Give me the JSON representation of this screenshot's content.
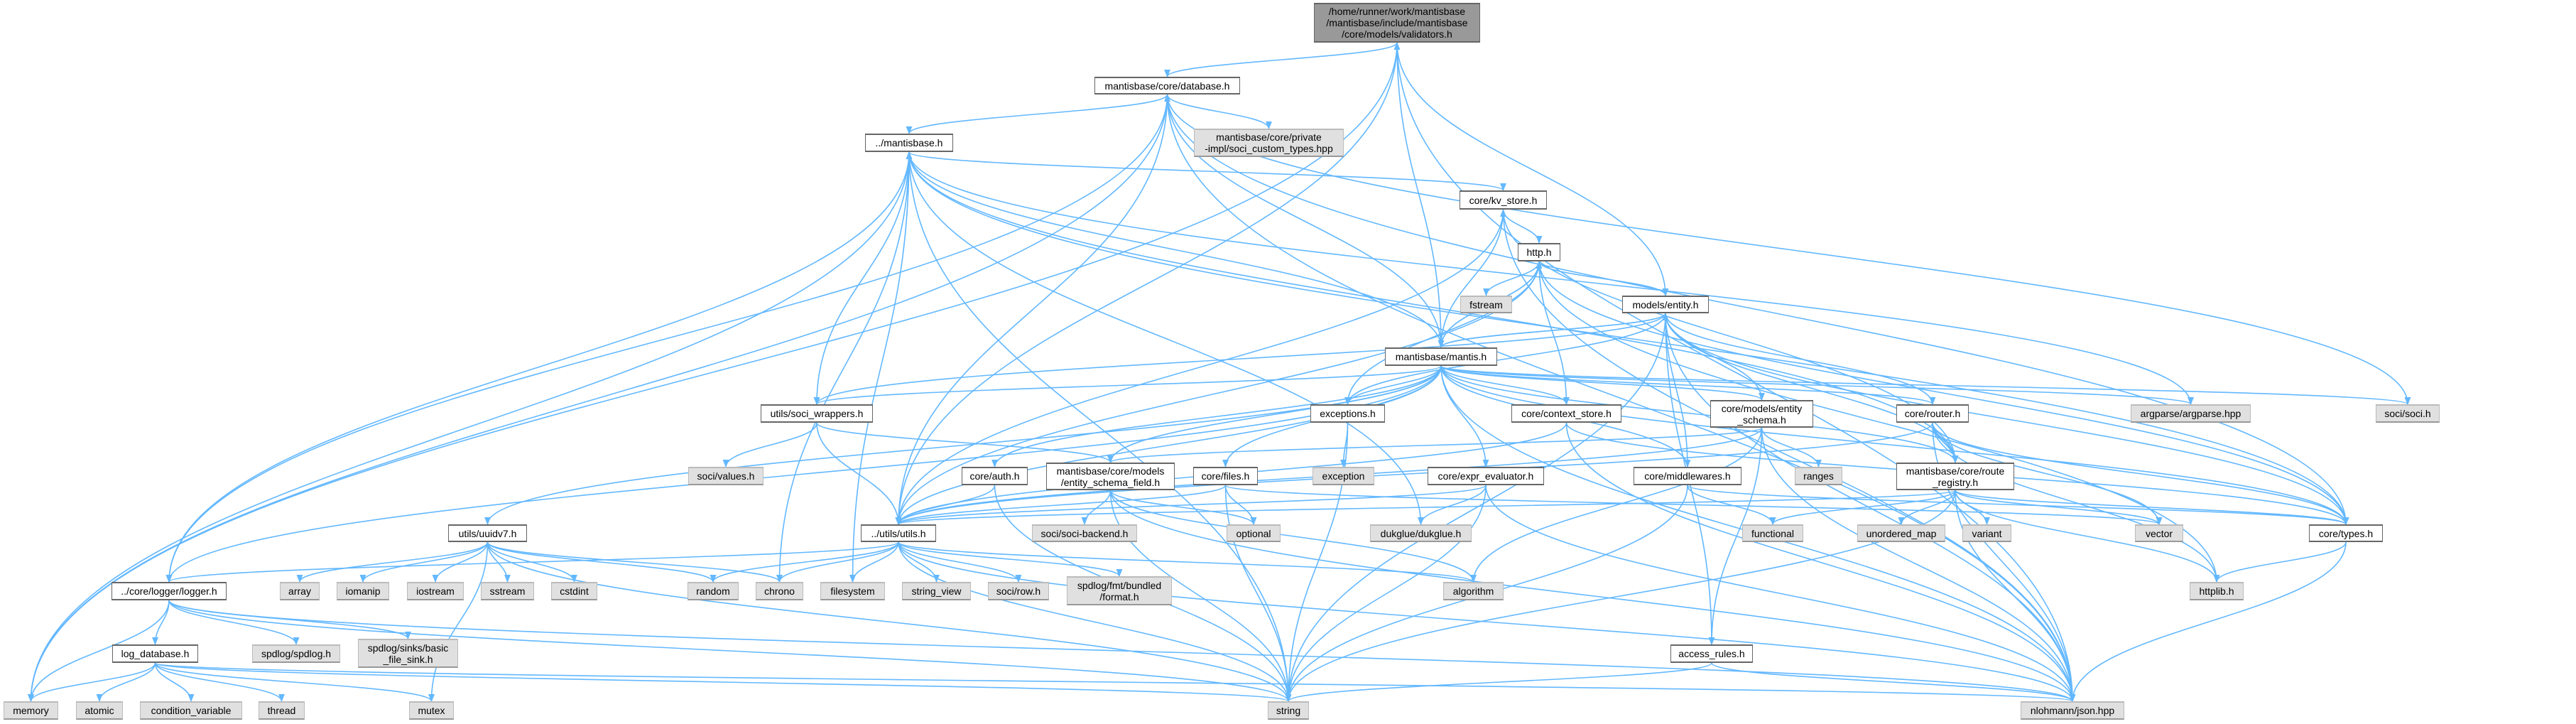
{
  "graph": {
    "edge_color": "#63b8ff",
    "nodes": [
      {
        "id": "root",
        "kind": "root",
        "lines": [
          "/home/runner/work/mantisbase",
          "/mantisbase/include/mantisbase",
          "/core/models/validators.h"
        ]
      },
      {
        "id": "database",
        "kind": "local",
        "lines": [
          "mantisbase/core/database.h"
        ]
      },
      {
        "id": "soci_custom",
        "kind": "system",
        "lines": [
          "mantisbase/core/private",
          "-impl/soci_custom_types.hpp"
        ]
      },
      {
        "id": "mantisbase",
        "kind": "local",
        "lines": [
          "../mantisbase.h"
        ]
      },
      {
        "id": "kv_store",
        "kind": "local",
        "lines": [
          "core/kv_store.h"
        ]
      },
      {
        "id": "http",
        "kind": "local",
        "lines": [
          "http.h"
        ]
      },
      {
        "id": "fstream",
        "kind": "system",
        "lines": [
          "fstream"
        ]
      },
      {
        "id": "entity",
        "kind": "local",
        "lines": [
          "models/entity.h"
        ]
      },
      {
        "id": "mantis",
        "kind": "local",
        "lines": [
          "mantisbase/mantis.h"
        ]
      },
      {
        "id": "soci_wrappers",
        "kind": "local",
        "lines": [
          "utils/soci_wrappers.h"
        ]
      },
      {
        "id": "exceptions",
        "kind": "local",
        "lines": [
          "exceptions.h"
        ]
      },
      {
        "id": "context_store",
        "kind": "local",
        "lines": [
          "core/context_store.h"
        ]
      },
      {
        "id": "entity_schema",
        "kind": "local",
        "lines": [
          "core/models/entity",
          "_schema.h"
        ]
      },
      {
        "id": "router",
        "kind": "local",
        "lines": [
          "core/router.h"
        ]
      },
      {
        "id": "argparse",
        "kind": "system",
        "lines": [
          "argparse/argparse.hpp"
        ]
      },
      {
        "id": "soci",
        "kind": "system",
        "lines": [
          "soci/soci.h"
        ]
      },
      {
        "id": "soci_values",
        "kind": "system",
        "lines": [
          "soci/values.h"
        ]
      },
      {
        "id": "auth",
        "kind": "local",
        "lines": [
          "core/auth.h"
        ]
      },
      {
        "id": "entity_schema_field",
        "kind": "local",
        "lines": [
          "mantisbase/core/models",
          "/entity_schema_field.h"
        ]
      },
      {
        "id": "files",
        "kind": "local",
        "lines": [
          "core/files.h"
        ]
      },
      {
        "id": "exception",
        "kind": "system",
        "lines": [
          "exception"
        ]
      },
      {
        "id": "expr_evaluator",
        "kind": "local",
        "lines": [
          "core/expr_evaluator.h"
        ]
      },
      {
        "id": "middlewares",
        "kind": "local",
        "lines": [
          "core/middlewares.h"
        ]
      },
      {
        "id": "ranges",
        "kind": "system",
        "lines": [
          "ranges"
        ]
      },
      {
        "id": "route_registry",
        "kind": "local",
        "lines": [
          "mantisbase/core/route",
          "_registry.h"
        ]
      },
      {
        "id": "uuidv7",
        "kind": "local",
        "lines": [
          "utils/uuidv7.h"
        ]
      },
      {
        "id": "utils",
        "kind": "local",
        "lines": [
          "../utils/utils.h"
        ]
      },
      {
        "id": "soci_backend",
        "kind": "system",
        "lines": [
          "soci/soci-backend.h"
        ]
      },
      {
        "id": "optional",
        "kind": "system",
        "lines": [
          "optional"
        ]
      },
      {
        "id": "dukglue",
        "kind": "system",
        "lines": [
          "dukglue/dukglue.h"
        ]
      },
      {
        "id": "functional",
        "kind": "system",
        "lines": [
          "functional"
        ]
      },
      {
        "id": "unordered_map",
        "kind": "system",
        "lines": [
          "unordered_map"
        ]
      },
      {
        "id": "variant",
        "kind": "system",
        "lines": [
          "variant"
        ]
      },
      {
        "id": "vector",
        "kind": "system",
        "lines": [
          "vector"
        ]
      },
      {
        "id": "types",
        "kind": "local",
        "lines": [
          "core/types.h"
        ]
      },
      {
        "id": "logger",
        "kind": "local",
        "lines": [
          "../core/logger/logger.h"
        ]
      },
      {
        "id": "array",
        "kind": "system",
        "lines": [
          "array"
        ]
      },
      {
        "id": "iomanip",
        "kind": "system",
        "lines": [
          "iomanip"
        ]
      },
      {
        "id": "iostream",
        "kind": "system",
        "lines": [
          "iostream"
        ]
      },
      {
        "id": "sstream",
        "kind": "system",
        "lines": [
          "sstream"
        ]
      },
      {
        "id": "cstdint",
        "kind": "system",
        "lines": [
          "cstdint"
        ]
      },
      {
        "id": "random",
        "kind": "system",
        "lines": [
          "random"
        ]
      },
      {
        "id": "chrono",
        "kind": "system",
        "lines": [
          "chrono"
        ]
      },
      {
        "id": "filesystem",
        "kind": "system",
        "lines": [
          "filesystem"
        ]
      },
      {
        "id": "string_view",
        "kind": "system",
        "lines": [
          "string_view"
        ]
      },
      {
        "id": "soci_row",
        "kind": "system",
        "lines": [
          "soci/row.h"
        ]
      },
      {
        "id": "fmt_format",
        "kind": "system",
        "lines": [
          "spdlog/fmt/bundled",
          "/format.h"
        ]
      },
      {
        "id": "algorithm",
        "kind": "system",
        "lines": [
          "algorithm"
        ]
      },
      {
        "id": "httplib",
        "kind": "system",
        "lines": [
          "httplib.h"
        ]
      },
      {
        "id": "log_database",
        "kind": "local",
        "lines": [
          "log_database.h"
        ]
      },
      {
        "id": "spdlog",
        "kind": "system",
        "lines": [
          "spdlog/spdlog.h"
        ]
      },
      {
        "id": "basic_file_sink",
        "kind": "system",
        "lines": [
          "spdlog/sinks/basic",
          "_file_sink.h"
        ]
      },
      {
        "id": "access_rules",
        "kind": "local",
        "lines": [
          "access_rules.h"
        ]
      },
      {
        "id": "memory",
        "kind": "system",
        "lines": [
          "memory"
        ]
      },
      {
        "id": "atomic",
        "kind": "system",
        "lines": [
          "atomic"
        ]
      },
      {
        "id": "condition_variable",
        "kind": "system",
        "lines": [
          "condition_variable"
        ]
      },
      {
        "id": "thread",
        "kind": "system",
        "lines": [
          "thread"
        ]
      },
      {
        "id": "mutex",
        "kind": "system",
        "lines": [
          "mutex"
        ]
      },
      {
        "id": "string",
        "kind": "system",
        "lines": [
          "string"
        ]
      },
      {
        "id": "json",
        "kind": "system",
        "lines": [
          "nlohmann/json.hpp"
        ]
      }
    ],
    "edges": [
      [
        "root",
        "database"
      ],
      [
        "root",
        "entity"
      ],
      [
        "root",
        "json"
      ],
      [
        "root",
        "utils"
      ],
      [
        "root",
        "memory"
      ],
      [
        "database",
        "mantisbase"
      ],
      [
        "database",
        "soci_custom"
      ],
      [
        "database",
        "logger"
      ],
      [
        "database",
        "utils"
      ],
      [
        "database",
        "memory"
      ],
      [
        "database",
        "soci"
      ],
      [
        "database",
        "json"
      ],
      [
        "database",
        "types"
      ],
      [
        "mantisbase",
        "kv_store"
      ],
      [
        "mantisbase",
        "memory"
      ],
      [
        "mantisbase",
        "string"
      ],
      [
        "mantisbase",
        "filesystem"
      ],
      [
        "mantisbase",
        "chrono"
      ],
      [
        "mantisbase",
        "logger"
      ],
      [
        "mantisbase",
        "argparse"
      ],
      [
        "mantisbase",
        "dukglue"
      ],
      [
        "mantisbase",
        "route_registry"
      ],
      [
        "mantisbase",
        "types"
      ],
      [
        "kv_store",
        "http"
      ],
      [
        "kv_store",
        "utils"
      ],
      [
        "kv_store",
        "json"
      ],
      [
        "kv_store",
        "route_registry"
      ],
      [
        "http",
        "fstream"
      ],
      [
        "http",
        "entity"
      ],
      [
        "http",
        "mantis"
      ],
      [
        "http",
        "exceptions"
      ],
      [
        "http",
        "context_store"
      ],
      [
        "http",
        "utils"
      ],
      [
        "http",
        "types"
      ],
      [
        "http",
        "httplib"
      ],
      [
        "entity",
        "mantis"
      ],
      [
        "entity",
        "exceptions"
      ],
      [
        "entity",
        "soci_wrappers"
      ],
      [
        "entity",
        "string"
      ],
      [
        "entity",
        "json"
      ],
      [
        "entity",
        "types"
      ],
      [
        "entity",
        "access_rules"
      ],
      [
        "entity",
        "route_registry"
      ],
      [
        "mantis",
        "root"
      ],
      [
        "mantis",
        "database"
      ],
      [
        "mantis",
        "mantisbase"
      ],
      [
        "mantis",
        "kv_store"
      ],
      [
        "mantis",
        "http"
      ],
      [
        "mantis",
        "entity"
      ],
      [
        "mantis",
        "exceptions"
      ],
      [
        "mantis",
        "context_store"
      ],
      [
        "mantis",
        "entity_schema"
      ],
      [
        "mantis",
        "router"
      ],
      [
        "mantis",
        "argparse"
      ],
      [
        "mantis",
        "soci"
      ],
      [
        "mantis",
        "soci_wrappers"
      ],
      [
        "mantis",
        "logger"
      ],
      [
        "mantis",
        "utils"
      ],
      [
        "mantis",
        "uuidv7"
      ],
      [
        "mantis",
        "auth"
      ],
      [
        "mantis",
        "entity_schema_field"
      ],
      [
        "mantis",
        "files"
      ],
      [
        "mantis",
        "expr_evaluator"
      ],
      [
        "mantis",
        "middlewares"
      ],
      [
        "mantis",
        "route_registry"
      ],
      [
        "mantis",
        "types"
      ],
      [
        "mantis",
        "json"
      ],
      [
        "exceptions",
        "exception"
      ],
      [
        "exceptions",
        "string"
      ],
      [
        "context_store",
        "utils"
      ],
      [
        "context_store",
        "json"
      ],
      [
        "context_store",
        "types"
      ],
      [
        "entity_schema",
        "entity"
      ],
      [
        "entity_schema",
        "entity_schema_field"
      ],
      [
        "entity_schema",
        "ranges"
      ],
      [
        "entity_schema",
        "access_rules"
      ],
      [
        "entity_schema",
        "algorithm"
      ],
      [
        "entity_schema",
        "utils"
      ],
      [
        "entity_schema",
        "json"
      ],
      [
        "router",
        "route_registry"
      ],
      [
        "router",
        "types"
      ],
      [
        "router",
        "httplib"
      ],
      [
        "router",
        "vector"
      ],
      [
        "router",
        "json"
      ],
      [
        "router",
        "utils"
      ],
      [
        "router",
        "entity"
      ],
      [
        "route_registry",
        "utils"
      ],
      [
        "route_registry",
        "functional"
      ],
      [
        "route_registry",
        "unordered_map"
      ],
      [
        "route_registry",
        "variant"
      ],
      [
        "route_registry",
        "vector"
      ],
      [
        "route_registry",
        "types"
      ],
      [
        "route_registry",
        "httplib"
      ],
      [
        "route_registry",
        "json"
      ],
      [
        "route_registry",
        "string"
      ],
      [
        "soci_wrappers",
        "soci_values"
      ],
      [
        "soci_wrappers",
        "utils"
      ],
      [
        "soci_wrappers",
        "entity_schema_field"
      ],
      [
        "soci_wrappers",
        "mantisbase"
      ],
      [
        "auth",
        "utils"
      ],
      [
        "auth",
        "string"
      ],
      [
        "entity_schema_field",
        "soci_backend"
      ],
      [
        "entity_schema_field",
        "optional"
      ],
      [
        "entity_schema_field",
        "string"
      ],
      [
        "entity_schema_field",
        "json"
      ],
      [
        "entity_schema_field",
        "algorithm"
      ],
      [
        "files",
        "utils"
      ],
      [
        "files",
        "optional"
      ],
      [
        "files",
        "string"
      ],
      [
        "files",
        "vector"
      ],
      [
        "expr_evaluator",
        "utils"
      ],
      [
        "expr_evaluator",
        "dukglue"
      ],
      [
        "expr_evaluator",
        "string"
      ],
      [
        "expr_evaluator",
        "json"
      ],
      [
        "middlewares",
        "entity"
      ],
      [
        "middlewares",
        "functional"
      ],
      [
        "middlewares",
        "string"
      ],
      [
        "middlewares",
        "types"
      ],
      [
        "types",
        "httplib"
      ],
      [
        "types",
        "json"
      ],
      [
        "uuidv7",
        "array"
      ],
      [
        "uuidv7",
        "iomanip"
      ],
      [
        "uuidv7",
        "iostream"
      ],
      [
        "uuidv7",
        "sstream"
      ],
      [
        "uuidv7",
        "cstdint"
      ],
      [
        "uuidv7",
        "random"
      ],
      [
        "uuidv7",
        "chrono"
      ],
      [
        "uuidv7",
        "string"
      ],
      [
        "uuidv7",
        "mutex"
      ],
      [
        "utils",
        "logger"
      ],
      [
        "utils",
        "random"
      ],
      [
        "utils",
        "chrono"
      ],
      [
        "utils",
        "filesystem"
      ],
      [
        "utils",
        "string_view"
      ],
      [
        "utils",
        "soci_row"
      ],
      [
        "utils",
        "fmt_format"
      ],
      [
        "utils",
        "string"
      ],
      [
        "utils",
        "json"
      ],
      [
        "utils",
        "algorithm"
      ],
      [
        "logger",
        "log_database"
      ],
      [
        "logger",
        "spdlog"
      ],
      [
        "logger",
        "basic_file_sink"
      ],
      [
        "logger",
        "memory"
      ],
      [
        "logger",
        "json"
      ],
      [
        "logger",
        "string"
      ],
      [
        "log_database",
        "memory"
      ],
      [
        "log_database",
        "atomic"
      ],
      [
        "log_database",
        "condition_variable"
      ],
      [
        "log_database",
        "thread"
      ],
      [
        "log_database",
        "mutex"
      ],
      [
        "log_database",
        "string"
      ],
      [
        "log_database",
        "json"
      ],
      [
        "access_rules",
        "string"
      ],
      [
        "access_rules",
        "json"
      ]
    ]
  }
}
